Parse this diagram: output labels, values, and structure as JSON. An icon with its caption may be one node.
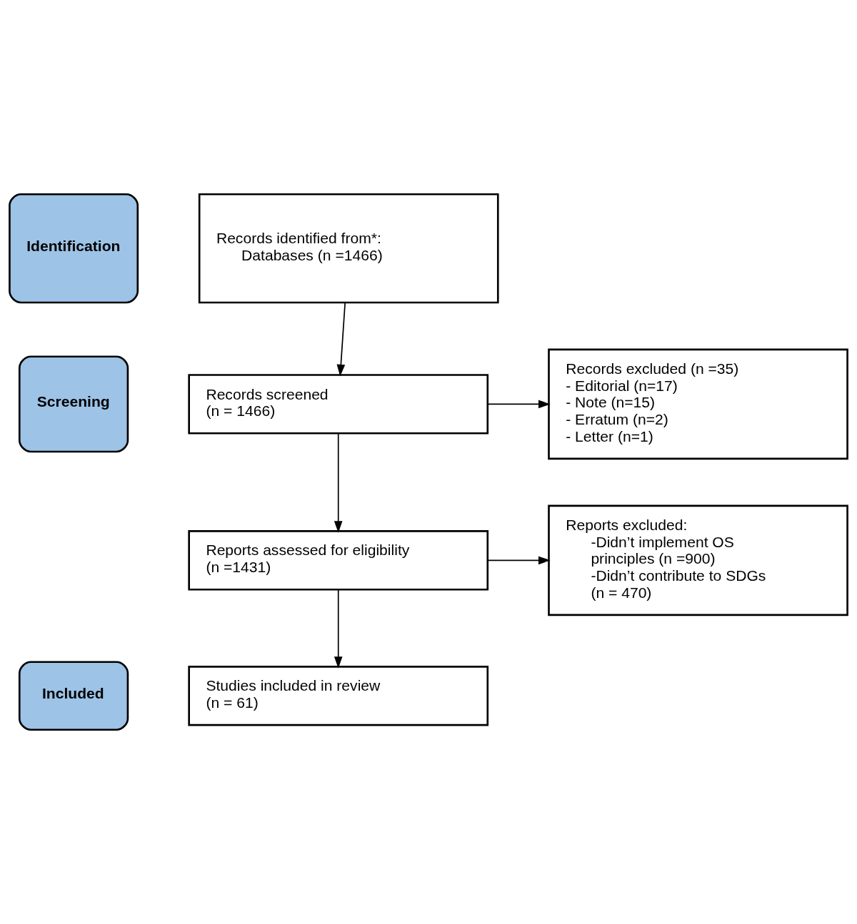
{
  "diagram": {
    "nodes": [
      {
        "text": [
          "Identification"
        ]
      },
      {
        "text": [
          "Records identified from*:",
          "Databases (n =1466)"
        ]
      },
      {
        "text": [
          "Screening"
        ]
      },
      {
        "text": [
          "Records screened",
          "(n = 1466)"
        ]
      },
      {
        "text": [
          "Records excluded (n =35)",
          "- Editorial (n=17)",
          "- Note (n=15)",
          "- Erratum (n=2)",
          "- Letter (n=1)"
        ]
      },
      {
        "text": [
          "Reports assessed for eligibility",
          "(n =1431)"
        ]
      },
      {
        "text": [
          "Reports excluded:",
          "-Didn’t implement OS principles (n =900)",
          "-Didn’t contribute to SDGs (n = 470)"
        ]
      },
      {
        "text": [
          "Included"
        ]
      },
      {
        "text": [
          "Studies included in review",
          "(n = 61)"
        ]
      }
    ],
    "edges": [
      {
        "from": 1,
        "to": 3,
        "arrow": "to"
      },
      {
        "from": 3,
        "to": 4,
        "arrow": "to"
      },
      {
        "from": 3,
        "to": 5,
        "arrow": "to"
      },
      {
        "from": 5,
        "to": 6,
        "arrow": "to"
      },
      {
        "from": 5,
        "to": 8,
        "arrow": "to"
      }
    ]
  }
}
